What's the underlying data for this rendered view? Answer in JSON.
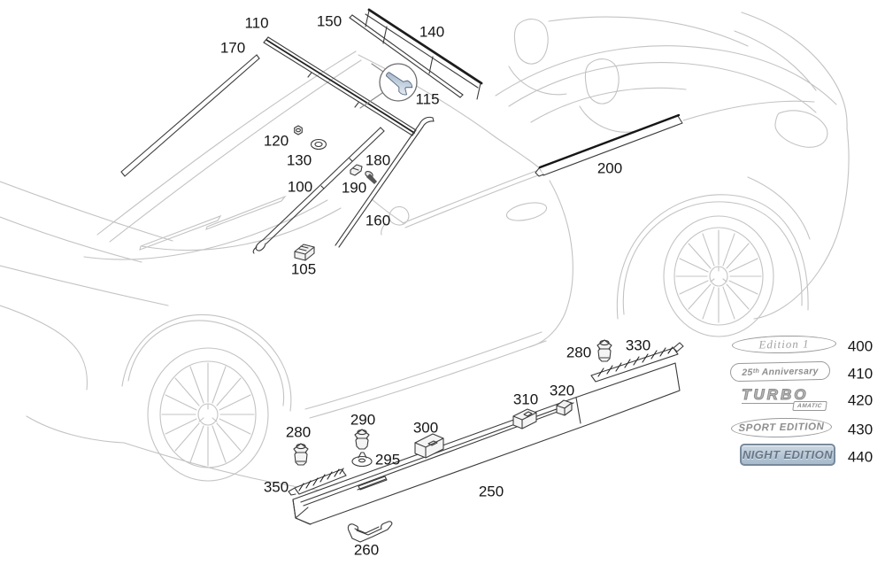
{
  "diagram": {
    "callouts": {
      "c110": "110",
      "c150": "150",
      "c140": "140",
      "c170": "170",
      "c115": "115",
      "c120": "120",
      "c130": "130",
      "c180": "180",
      "c100": "100",
      "c190": "190",
      "c160": "160",
      "c105": "105",
      "c200": "200",
      "c280r": "280",
      "c330": "330",
      "c320": "320",
      "c310": "310",
      "c290": "290",
      "c300": "300",
      "c295": "295",
      "c280l": "280",
      "c350": "350",
      "c250": "250",
      "c260": "260"
    },
    "badges": {
      "b400": {
        "text": "Edition 1",
        "num": "400"
      },
      "b410": {
        "text": "25ᵗʰ Anniversary",
        "num": "410"
      },
      "b420": {
        "text": "TURBO",
        "sub": "AMATIC",
        "num": "420"
      },
      "b430": {
        "text": "SPORT EDITION",
        "num": "430"
      },
      "b440": {
        "text": "NIGHT EDITION",
        "num": "440"
      }
    },
    "colors": {
      "car_line": "#c3c3c3",
      "part_line": "#3c3c3c",
      "wrench_fill_light": "#dfe7ef",
      "wrench_fill_dark": "#8ca3bd",
      "night_badge_bg": "#b6c7d6",
      "night_badge_border": "#78899b"
    },
    "icons": {
      "wrench": "service-wrench"
    }
  }
}
